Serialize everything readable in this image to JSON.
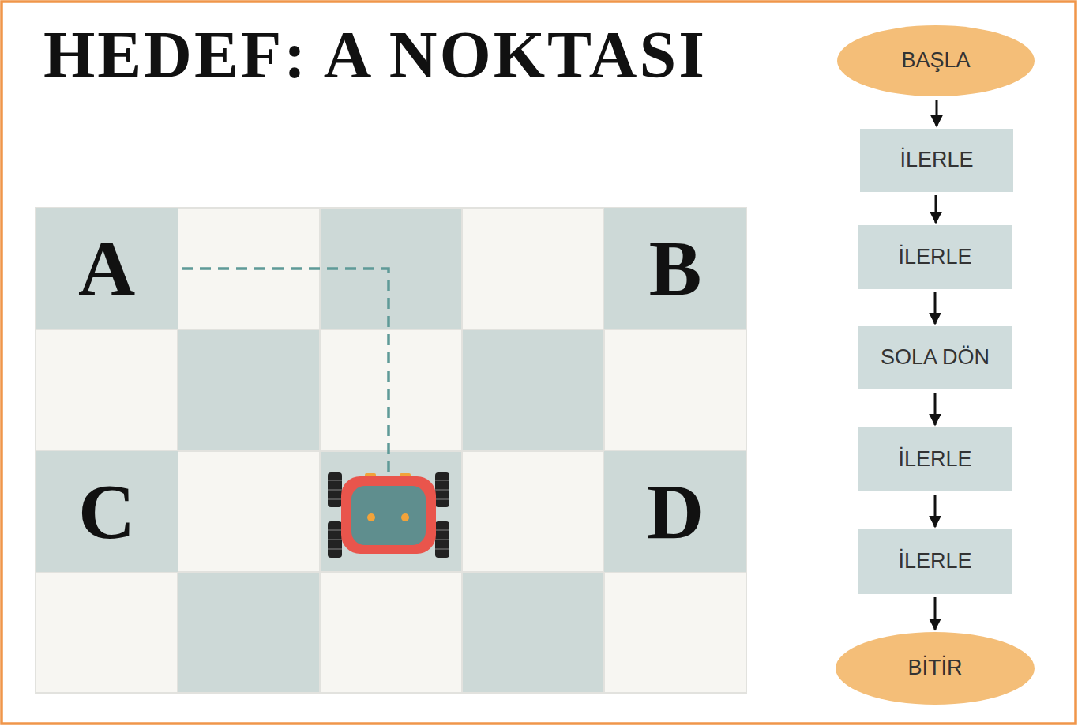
{
  "diagram": {
    "title": "HEDEF: A NOKTASI",
    "nodes": [
      {
        "text": [
          "A"
        ]
      },
      {
        "text": [
          "B"
        ]
      },
      {
        "text": [
          "C"
        ]
      },
      {
        "text": [
          "D"
        ]
      },
      {
        "text": [
          "BAŞLA"
        ]
      },
      {
        "text": [
          "İLERLE"
        ]
      },
      {
        "text": [
          "İLERLE"
        ]
      },
      {
        "text": [
          "SOLA DÖN"
        ]
      },
      {
        "text": [
          "İLERLE"
        ]
      },
      {
        "text": [
          "İLERLE"
        ]
      },
      {
        "text": [
          "BİTİR"
        ]
      }
    ],
    "edges": [
      {
        "from": 4,
        "to": 5,
        "arrow": "to"
      },
      {
        "from": 5,
        "to": 6,
        "arrow": "to"
      },
      {
        "from": 6,
        "to": 7,
        "arrow": "to"
      },
      {
        "from": 7,
        "to": 8,
        "arrow": "to"
      },
      {
        "from": 8,
        "to": 9,
        "arrow": "to"
      },
      {
        "from": 9,
        "to": 10,
        "arrow": "to"
      }
    ]
  }
}
